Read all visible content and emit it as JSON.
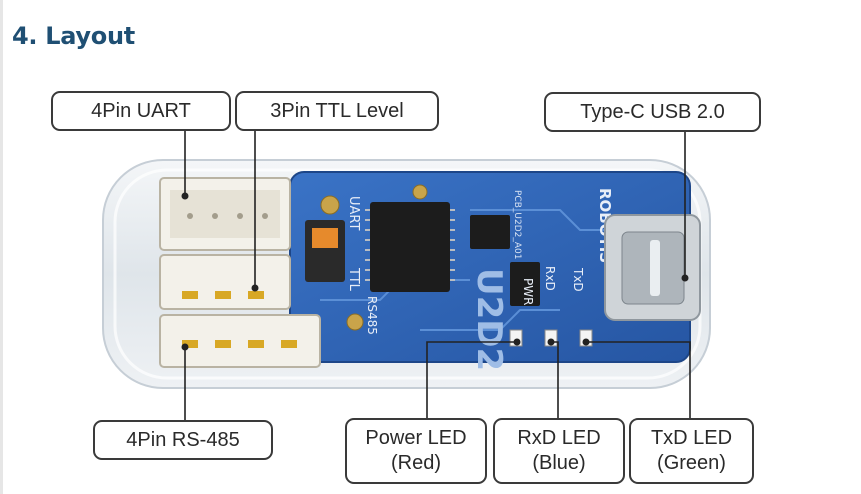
{
  "heading": "4. Layout",
  "labels": {
    "uart4": "4Pin UART",
    "ttl3": "3Pin TTL Level",
    "usb": "Type-C USB 2.0",
    "rs485": "4Pin RS-485",
    "power_led": {
      "line1": "Power LED",
      "line2": "(Red)"
    },
    "rxd_led": {
      "line1": "RxD LED",
      "line2": "(Blue)"
    },
    "txd_led": {
      "line1": "TxD LED",
      "line2": "(Green)"
    }
  },
  "board_silkscreen": {
    "brand": "ROBOTIS",
    "model": "U2D2",
    "pcb_text": "PCB_U2D2_A01",
    "uart": "UART",
    "ttl": "TTL",
    "rs485": "RS485",
    "pwr": "PWR",
    "rxd": "RxD",
    "txd": "TxD"
  },
  "colors": {
    "heading": "#1f4f73",
    "pcb": "#2f62b4",
    "housing": "#e9eef2",
    "connector": "#f3f1ea",
    "pins": "#d8a825",
    "outline": "#3a3a3a"
  }
}
